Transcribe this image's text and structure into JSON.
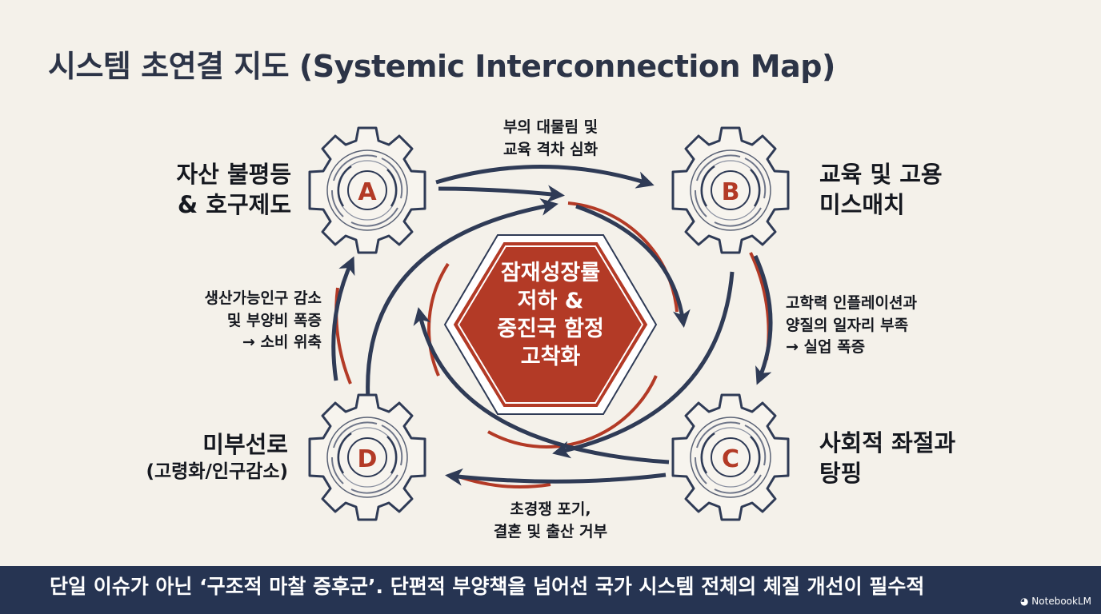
{
  "title": "시스템 초연결 지도 (Systemic Interconnection Map)",
  "nodes": {
    "a": {
      "letter": "A",
      "label_line1": "자산 불평등",
      "label_line2": "& 호구제도"
    },
    "b": {
      "letter": "B",
      "label_line1": "교육 및 고용",
      "label_line2": "미스매치"
    },
    "c": {
      "letter": "C",
      "label_line1": "사회적 좌절과",
      "label_line2": "탕핑"
    },
    "d": {
      "letter": "D",
      "label_line1": "미부선로",
      "label_line2": "(고령화/인구감소)"
    }
  },
  "center": {
    "line1": "잠재성장률",
    "line2": "저하 &",
    "line3": "중진국 함정",
    "line4": "고착화"
  },
  "edges": {
    "a_b": {
      "line1": "부의 대물림 및",
      "line2": "교육 격차 심화"
    },
    "b_c": {
      "line1": "고학력 인플레이션과",
      "line2": "양질의 일자리 부족",
      "line3": "→ 실업 폭증"
    },
    "c_d": {
      "line1": "초경쟁 포기,",
      "line2": "결혼 및 출산 거부"
    },
    "d_a": {
      "line1": "생산가능인구 감소",
      "line2": "및 부양비 폭증",
      "line3": "→ 소비 위축"
    }
  },
  "banner": "단일 이슈가 아닌 ‘구조적 마찰 증후군’. 단편적 부양책을 넘어선 국가 시스템 전체의 체질 개선이 필수적",
  "brand": "NotebookLM",
  "colors": {
    "navy": "#2f3b56",
    "red": "#b33a26",
    "banner": "#263452",
    "background": "#f4f1ea"
  }
}
